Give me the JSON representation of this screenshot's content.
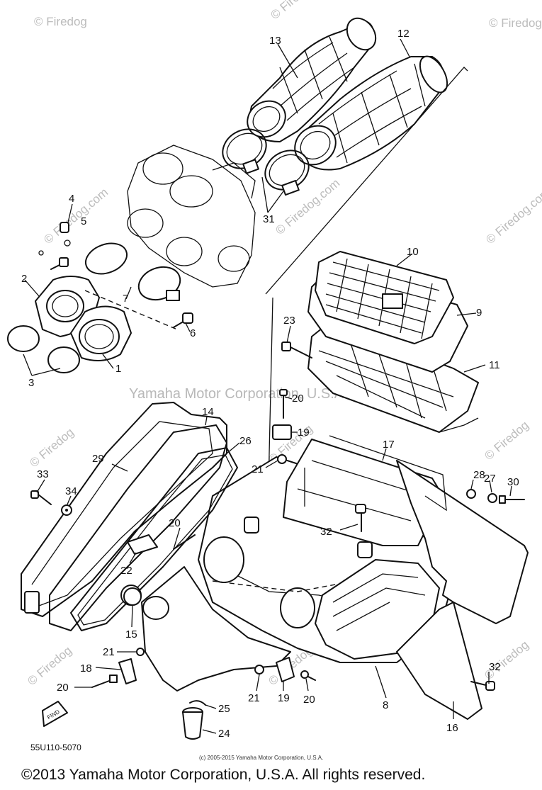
{
  "diagram": {
    "part_code": "55U110-5070",
    "fine_print": "(c) 2005-2015 Yamaha Motor Corporation, U.S.A.",
    "copyright": "©2013 Yamaha Motor Corporation, U.S.A. All rights reserved.",
    "watermark_site": "© Firedog",
    "watermark_site_full": "© Firedog.com",
    "watermark_corp": "Yamaha Motor Corporation, U.S.A.",
    "find_arrow_label": "FIND",
    "callouts": [
      "1",
      "2",
      "3",
      "4",
      "5",
      "6",
      "7",
      "8",
      "9",
      "10",
      "11",
      "12",
      "13",
      "14",
      "15",
      "16",
      "17",
      "18",
      "19",
      "20",
      "21",
      "22",
      "23",
      "24",
      "25",
      "26",
      "27",
      "28",
      "29",
      "30",
      "31",
      "32",
      "33",
      "34"
    ]
  }
}
